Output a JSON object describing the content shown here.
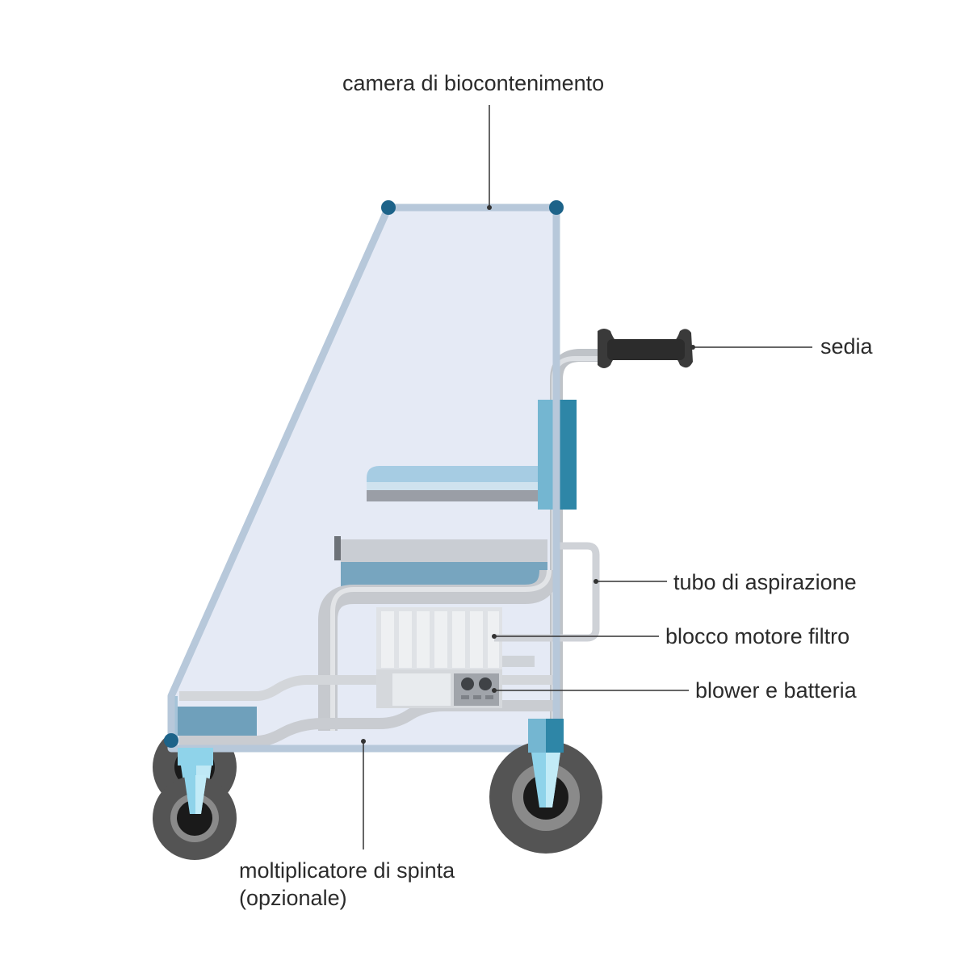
{
  "labels": {
    "camera": "camera di biocontenimento",
    "sedia": "sedia",
    "tubo": "tubo di aspirazione",
    "blocco": "blocco motore filtro",
    "blower": "blower e batteria",
    "moltiplicatore_line1": "moltiplicatore di spinta",
    "moltiplicatore_line2": "(opzionale)"
  },
  "colors": {
    "chamber_fill": "#e4e9f4",
    "chamber_frame": "#b7c8da",
    "frame_dot": "#1d6389",
    "seat_blue": "#77a5bf",
    "seat_light": "#a6cce3",
    "back_teal": "#2e86a7",
    "grey_tube": "#c8cbd0",
    "wheel_dark": "#545454",
    "wheel_black": "#1a1a1a",
    "caster_blue": "#8fd3ea",
    "leader_line": "#333333"
  }
}
